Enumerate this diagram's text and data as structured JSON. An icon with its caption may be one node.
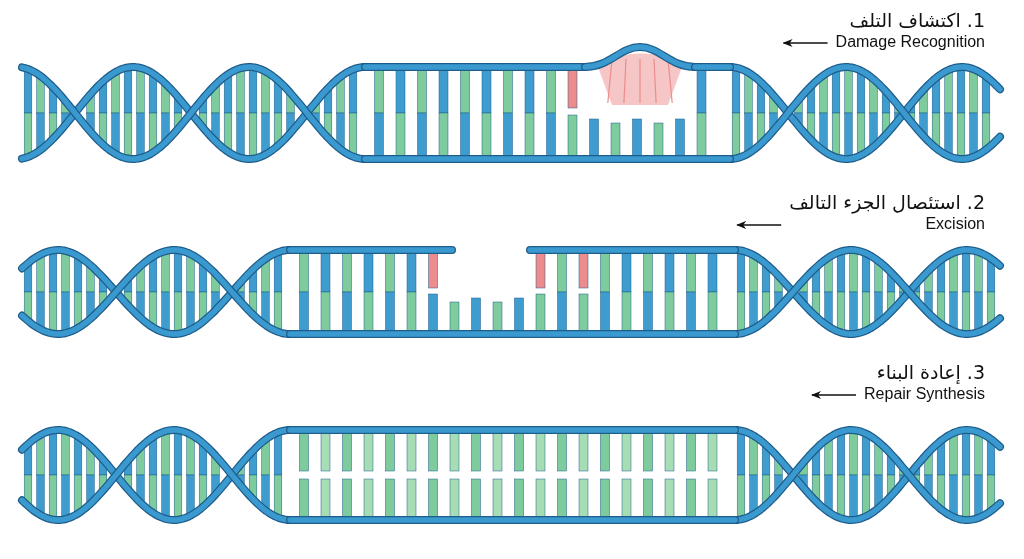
{
  "diagram": {
    "nodes": [
      {
        "text": [
          "1. اكتشاف التلف",
          "Damage Recognition"
        ]
      },
      {
        "text": [
          "2. استئصال الجزء التالف",
          "Excision"
        ]
      },
      {
        "text": [
          "3. إعادة البناء",
          "Repair Synthesis"
        ]
      }
    ],
    "edges": [
      {
        "from": 0,
        "to": null,
        "arrow": "to"
      },
      {
        "from": 1,
        "to": null,
        "arrow": "to"
      },
      {
        "from": 2,
        "to": null,
        "arrow": "to"
      }
    ]
  }
}
